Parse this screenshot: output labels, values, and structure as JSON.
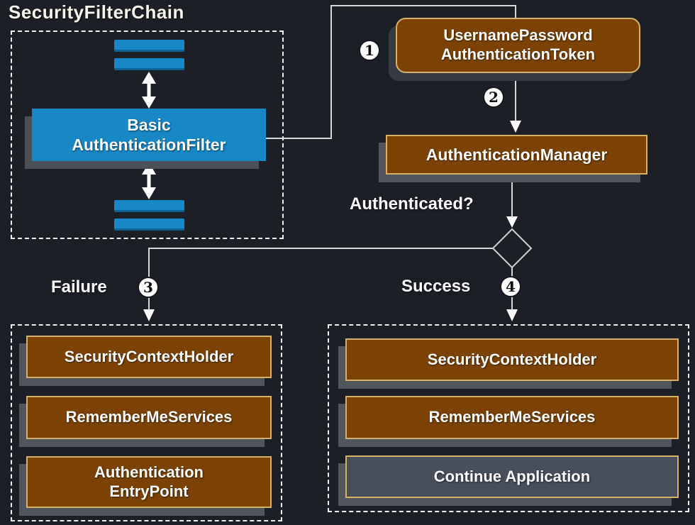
{
  "title": "SecurityFilterChain",
  "nodes": {
    "basic_filter": "Basic\nAuthenticationFilter",
    "token": "UsernamePassword\nAuthenticationToken",
    "auth_manager": "AuthenticationManager",
    "question": "Authenticated?"
  },
  "steps": {
    "one": "1",
    "two": "2",
    "three": "3",
    "four": "4"
  },
  "branches": {
    "failure": {
      "label": "Failure",
      "boxes": [
        "SecurityContextHolder",
        "RememberMeServices",
        "Authentication\nEntryPoint"
      ]
    },
    "success": {
      "label": "Success",
      "boxes": [
        "SecurityContextHolder",
        "RememberMeServices",
        "Continue Application"
      ]
    }
  },
  "colors": {
    "background": "#1c1f26",
    "accent_blue": "#1787c5",
    "accent_brown": "#7b4204",
    "border_tan": "#d6b267",
    "slate": "#474e5c",
    "wire": "#d8d8d8"
  }
}
